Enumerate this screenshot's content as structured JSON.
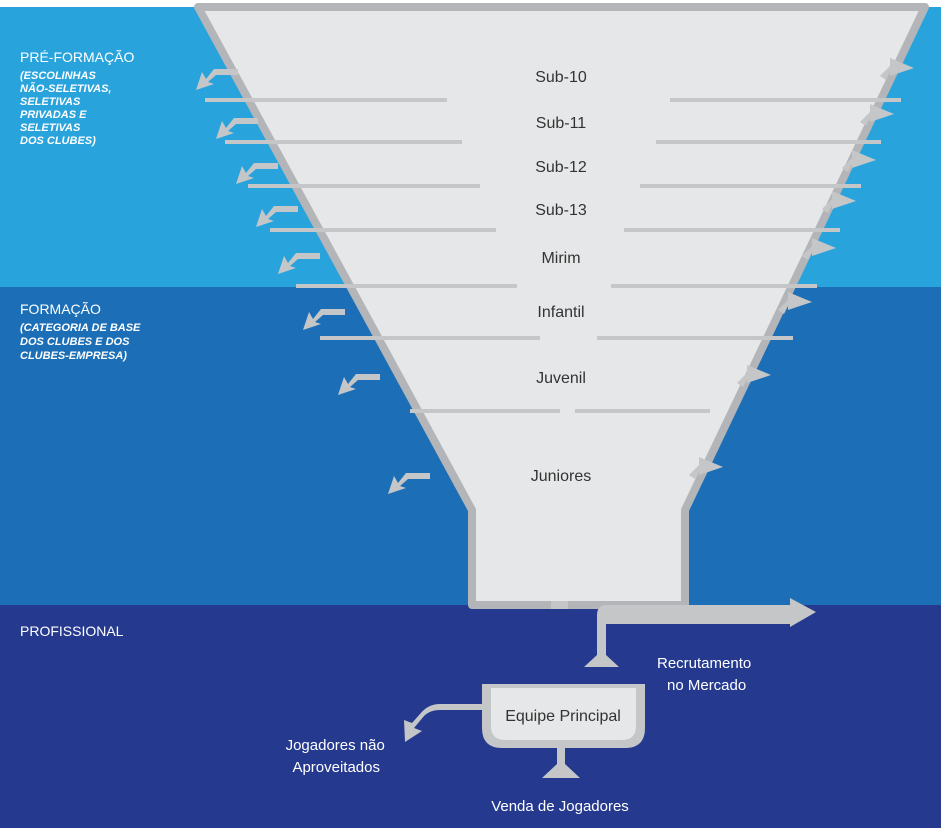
{
  "zones": {
    "pre": {
      "title": "PRÉ-FORMAÇÃO",
      "sub": [
        "(ESCOLINHAS",
        "NÃO-SELETIVAS,",
        "SELETIVAS",
        "PRIVADAS E",
        "SELETIVAS",
        "DOS CLUBES)"
      ],
      "color": "#29a3dc"
    },
    "form": {
      "title": "FORMAÇÃO",
      "sub": [
        "(CATEGORIA DE BASE",
        "DOS CLUBES E DOS",
        "CLUBES-EMPRESA)"
      ],
      "color": "#1c6fb6"
    },
    "prof": {
      "title": "PROFISSIONAL",
      "color": "#253a8f"
    }
  },
  "stages": [
    "Sub-10",
    "Sub-11",
    "Sub-12",
    "Sub-13",
    "Mirim",
    "Infantil",
    "Juvenil",
    "Juniores"
  ],
  "main_team": "Equipe Principal",
  "recruit": [
    "Recrutamento",
    "no Mercado"
  ],
  "not_used": [
    "Jogadores não",
    "Aproveitados"
  ],
  "sale": "Venda de Jogadores",
  "colors": {
    "funnel_fill": "#e6e7e8",
    "funnel_stroke": "#b3b5b8",
    "pipe": "#c4c6c8"
  }
}
